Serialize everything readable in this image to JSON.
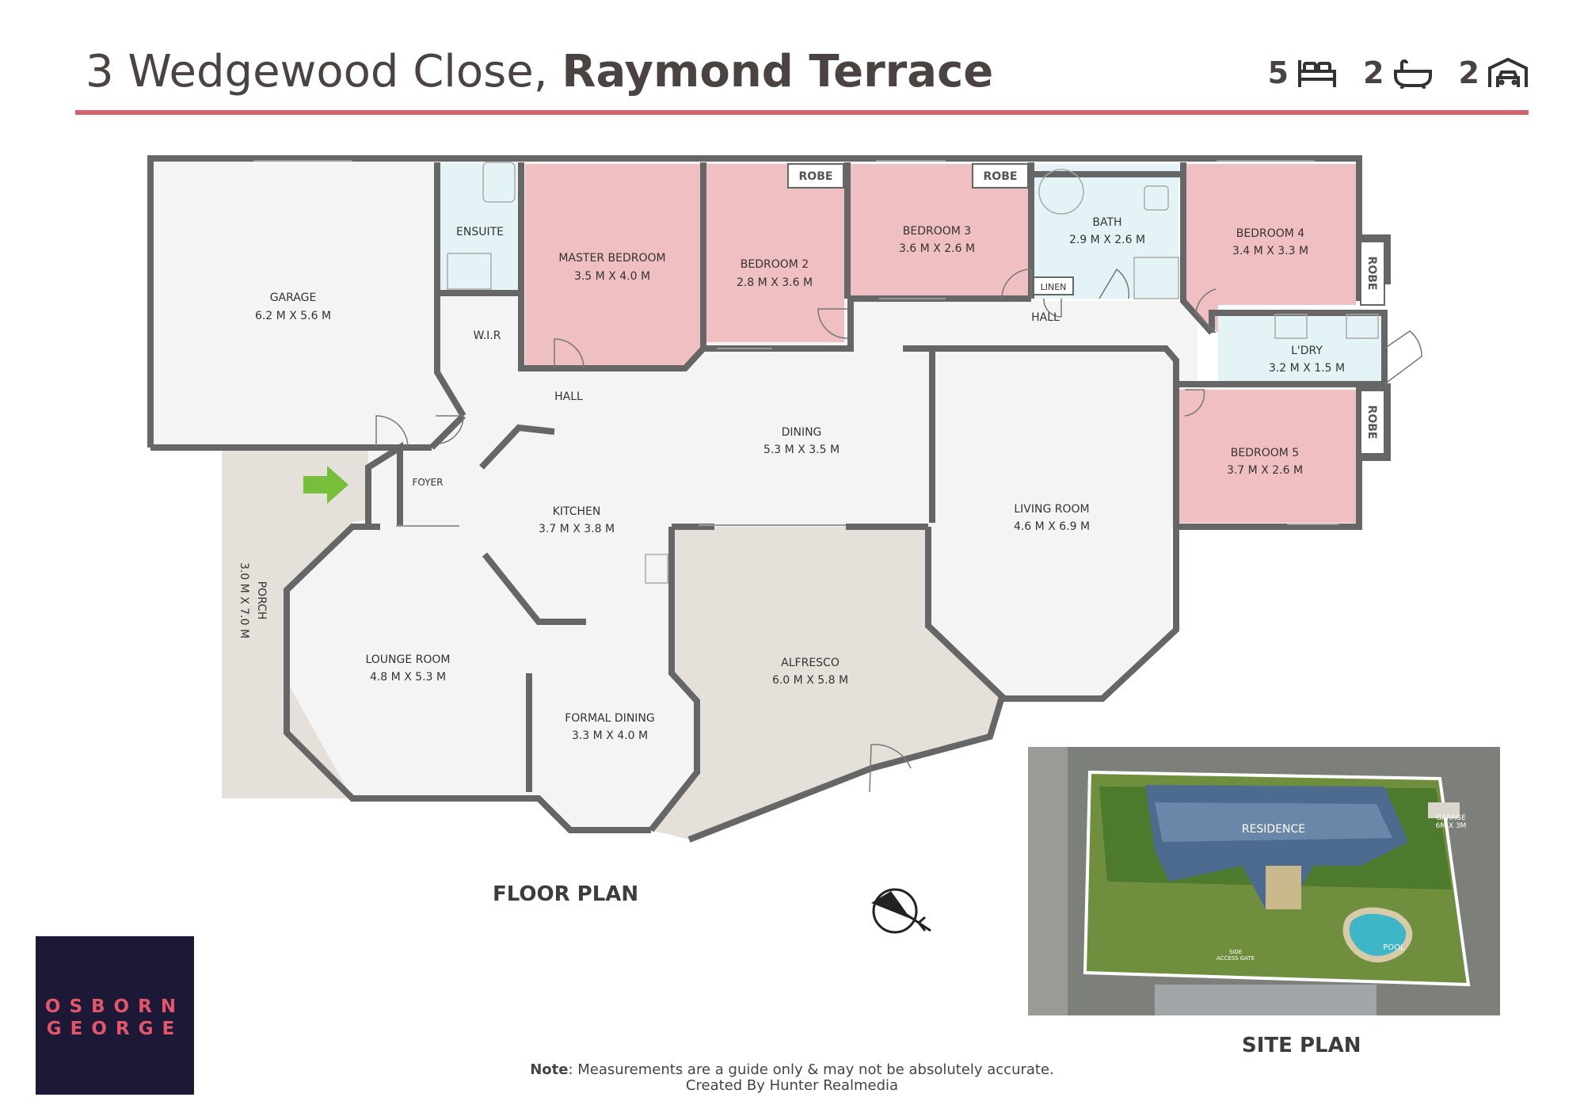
{
  "header": {
    "street": "3 Wedgewood Close,",
    "suburb": "Raymond Terrace",
    "bedrooms": "5",
    "bathrooms": "2",
    "garages": "2"
  },
  "rooms": {
    "garage": {
      "name": "GARAGE",
      "size": "6.2 M X 5.6 M"
    },
    "ensuite": {
      "name": "ENSUITE"
    },
    "wir": {
      "name": "W.I.R"
    },
    "master": {
      "name": "MASTER BEDROOM",
      "size": "3.5 M X 4.0 M"
    },
    "bed2": {
      "name": "BEDROOM 2",
      "size": "2.8 M X 3.6 M"
    },
    "bed3": {
      "name": "BEDROOM 3",
      "size": "3.6 M X 2.6 M"
    },
    "bath": {
      "name": "BATH",
      "size": "2.9 M X 2.6 M"
    },
    "linen": {
      "name": "LINEN"
    },
    "bed4": {
      "name": "BEDROOM 4",
      "size": "3.4 M X 3.3 M"
    },
    "hall_upper": {
      "name": "HALL"
    },
    "laundry": {
      "name": "L'DRY",
      "size": "3.2 M X 1.5 M"
    },
    "hall_lower": {
      "name": "HALL"
    },
    "dining": {
      "name": "DINING",
      "size": "5.3 M X 3.5 M"
    },
    "living": {
      "name": "LIVING ROOM",
      "size": "4.6 M X 6.9 M"
    },
    "bed5": {
      "name": "BEDROOM 5",
      "size": "3.7 M X 2.6 M"
    },
    "foyer": {
      "name": "FOYER"
    },
    "kitchen": {
      "name": "KITCHEN",
      "size": "3.7 M X 3.8 M"
    },
    "porch": {
      "name": "PORCH",
      "size": "3.0 M X 7.0 M"
    },
    "lounge": {
      "name": "LOUNGE ROOM",
      "size": "4.8 M X 5.3 M"
    },
    "formal": {
      "name": "FORMAL DINING",
      "size": "3.3 M X 4.0 M"
    },
    "alfresco": {
      "name": "ALFRESCO",
      "size": "6.0 M X 5.8 M"
    },
    "robe": "ROBE"
  },
  "captions": {
    "floor_plan": "FLOOR PLAN",
    "site_plan": "SITE PLAN"
  },
  "site": {
    "residence": "RESIDENCE",
    "garage": "GARAGE",
    "garage_size": "6M X 3M",
    "pool": "POOL",
    "side": "SIDE",
    "access_gate": "ACCESS GATE"
  },
  "logo": {
    "line1": "OSBORN",
    "line2": "GEORGE"
  },
  "footer": {
    "note_label": "Note",
    "note_text": ": Measurements are a guide only & may not be absolutely accurate.",
    "credit": "Created By Hunter Realmedia"
  },
  "colors": {
    "accent": "#d5616f",
    "bedroom": "#f0bfc1",
    "wet": "#e4f4f6",
    "floor": "#f4f4f4",
    "outdoor": "#e6e0da",
    "wall": "#666666",
    "logo_bg": "#1b1936"
  }
}
